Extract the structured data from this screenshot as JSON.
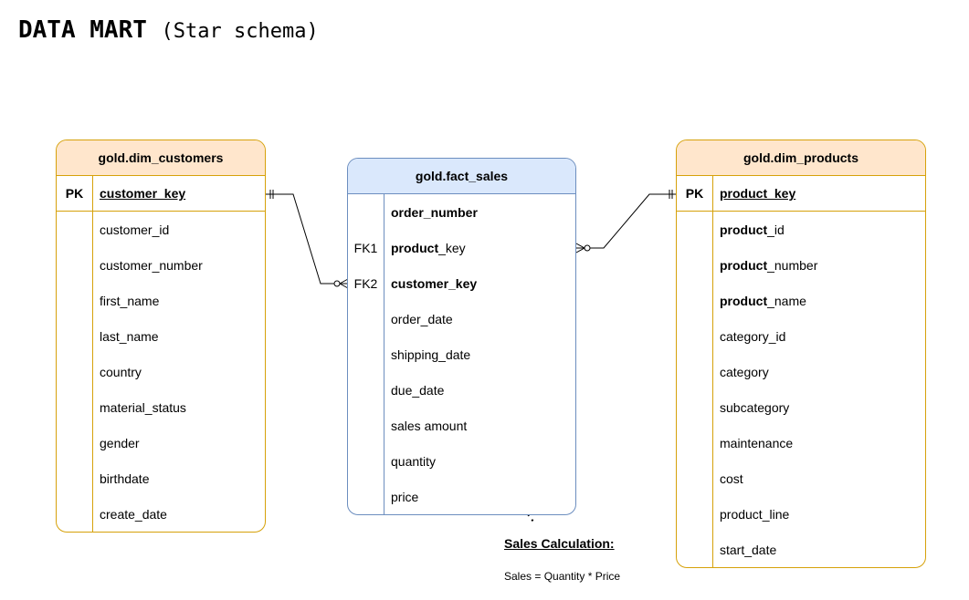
{
  "title": {
    "main": "DATA MART",
    "sub": "(Star schema)"
  },
  "dim_customers": {
    "name": "gold.dim_customers",
    "rows": [
      {
        "key": "PK",
        "field": "customer_key"
      },
      {
        "key": "",
        "field": "customer_id"
      },
      {
        "key": "",
        "field": "customer_number"
      },
      {
        "key": "",
        "field": "first_name"
      },
      {
        "key": "",
        "field": "last_name"
      },
      {
        "key": "",
        "field": "country"
      },
      {
        "key": "",
        "field": "material_status"
      },
      {
        "key": "",
        "field": "gender"
      },
      {
        "key": "",
        "field": "birthdate"
      },
      {
        "key": "",
        "field": "create_date"
      }
    ]
  },
  "fact_sales": {
    "name": "gold.fact_sales",
    "rows": [
      {
        "key": "",
        "field": "order_number",
        "bold": "order_number",
        "rest": ""
      },
      {
        "key": "FK1",
        "field": "product_key",
        "bold": "product",
        "rest": "_key"
      },
      {
        "key": "FK2",
        "field": "customer_key",
        "bold": "customer_key",
        "rest": ""
      },
      {
        "key": "",
        "field": "order_date",
        "bold": "",
        "rest": "order_date"
      },
      {
        "key": "",
        "field": "shipping_date",
        "bold": "",
        "rest": "shipping_date"
      },
      {
        "key": "",
        "field": "due_date",
        "bold": "",
        "rest": "due_date"
      },
      {
        "key": "",
        "field": "sales amount",
        "bold": "",
        "rest": "sales amount"
      },
      {
        "key": "",
        "field": "quantity",
        "bold": "",
        "rest": "quantity"
      },
      {
        "key": "",
        "field": "price",
        "bold": "",
        "rest": "price"
      }
    ]
  },
  "dim_products": {
    "name": "gold.dim_products",
    "rows": [
      {
        "key": "PK",
        "field": "product_key",
        "bold": "",
        "rest": ""
      },
      {
        "key": "",
        "field": "product_id",
        "bold": "product",
        "rest": "_id"
      },
      {
        "key": "",
        "field": "product_number",
        "bold": "product",
        "rest": "_number"
      },
      {
        "key": "",
        "field": "product_name",
        "bold": "product",
        "rest": "_name"
      },
      {
        "key": "",
        "field": "category_id",
        "bold": "",
        "rest": "category_id"
      },
      {
        "key": "",
        "field": "category",
        "bold": "",
        "rest": "category"
      },
      {
        "key": "",
        "field": "subcategory",
        "bold": "",
        "rest": "subcategory"
      },
      {
        "key": "",
        "field": "maintenance",
        "bold": "",
        "rest": "maintenance"
      },
      {
        "key": "",
        "field": "cost",
        "bold": "",
        "rest": "cost"
      },
      {
        "key": "",
        "field": "product_line",
        "bold": "",
        "rest": "product_line"
      },
      {
        "key": "",
        "field": "start_date",
        "bold": "",
        "rest": "start_date"
      }
    ]
  },
  "note": {
    "title": "Sales Calculation:",
    "text": "Sales = Quantity * Price"
  },
  "colors": {
    "dim_header_fill": "#ffe6cc",
    "dim_border": "#d6a10a",
    "fact_header_fill": "#dae8fc",
    "fact_border": "#6c8ebf"
  }
}
